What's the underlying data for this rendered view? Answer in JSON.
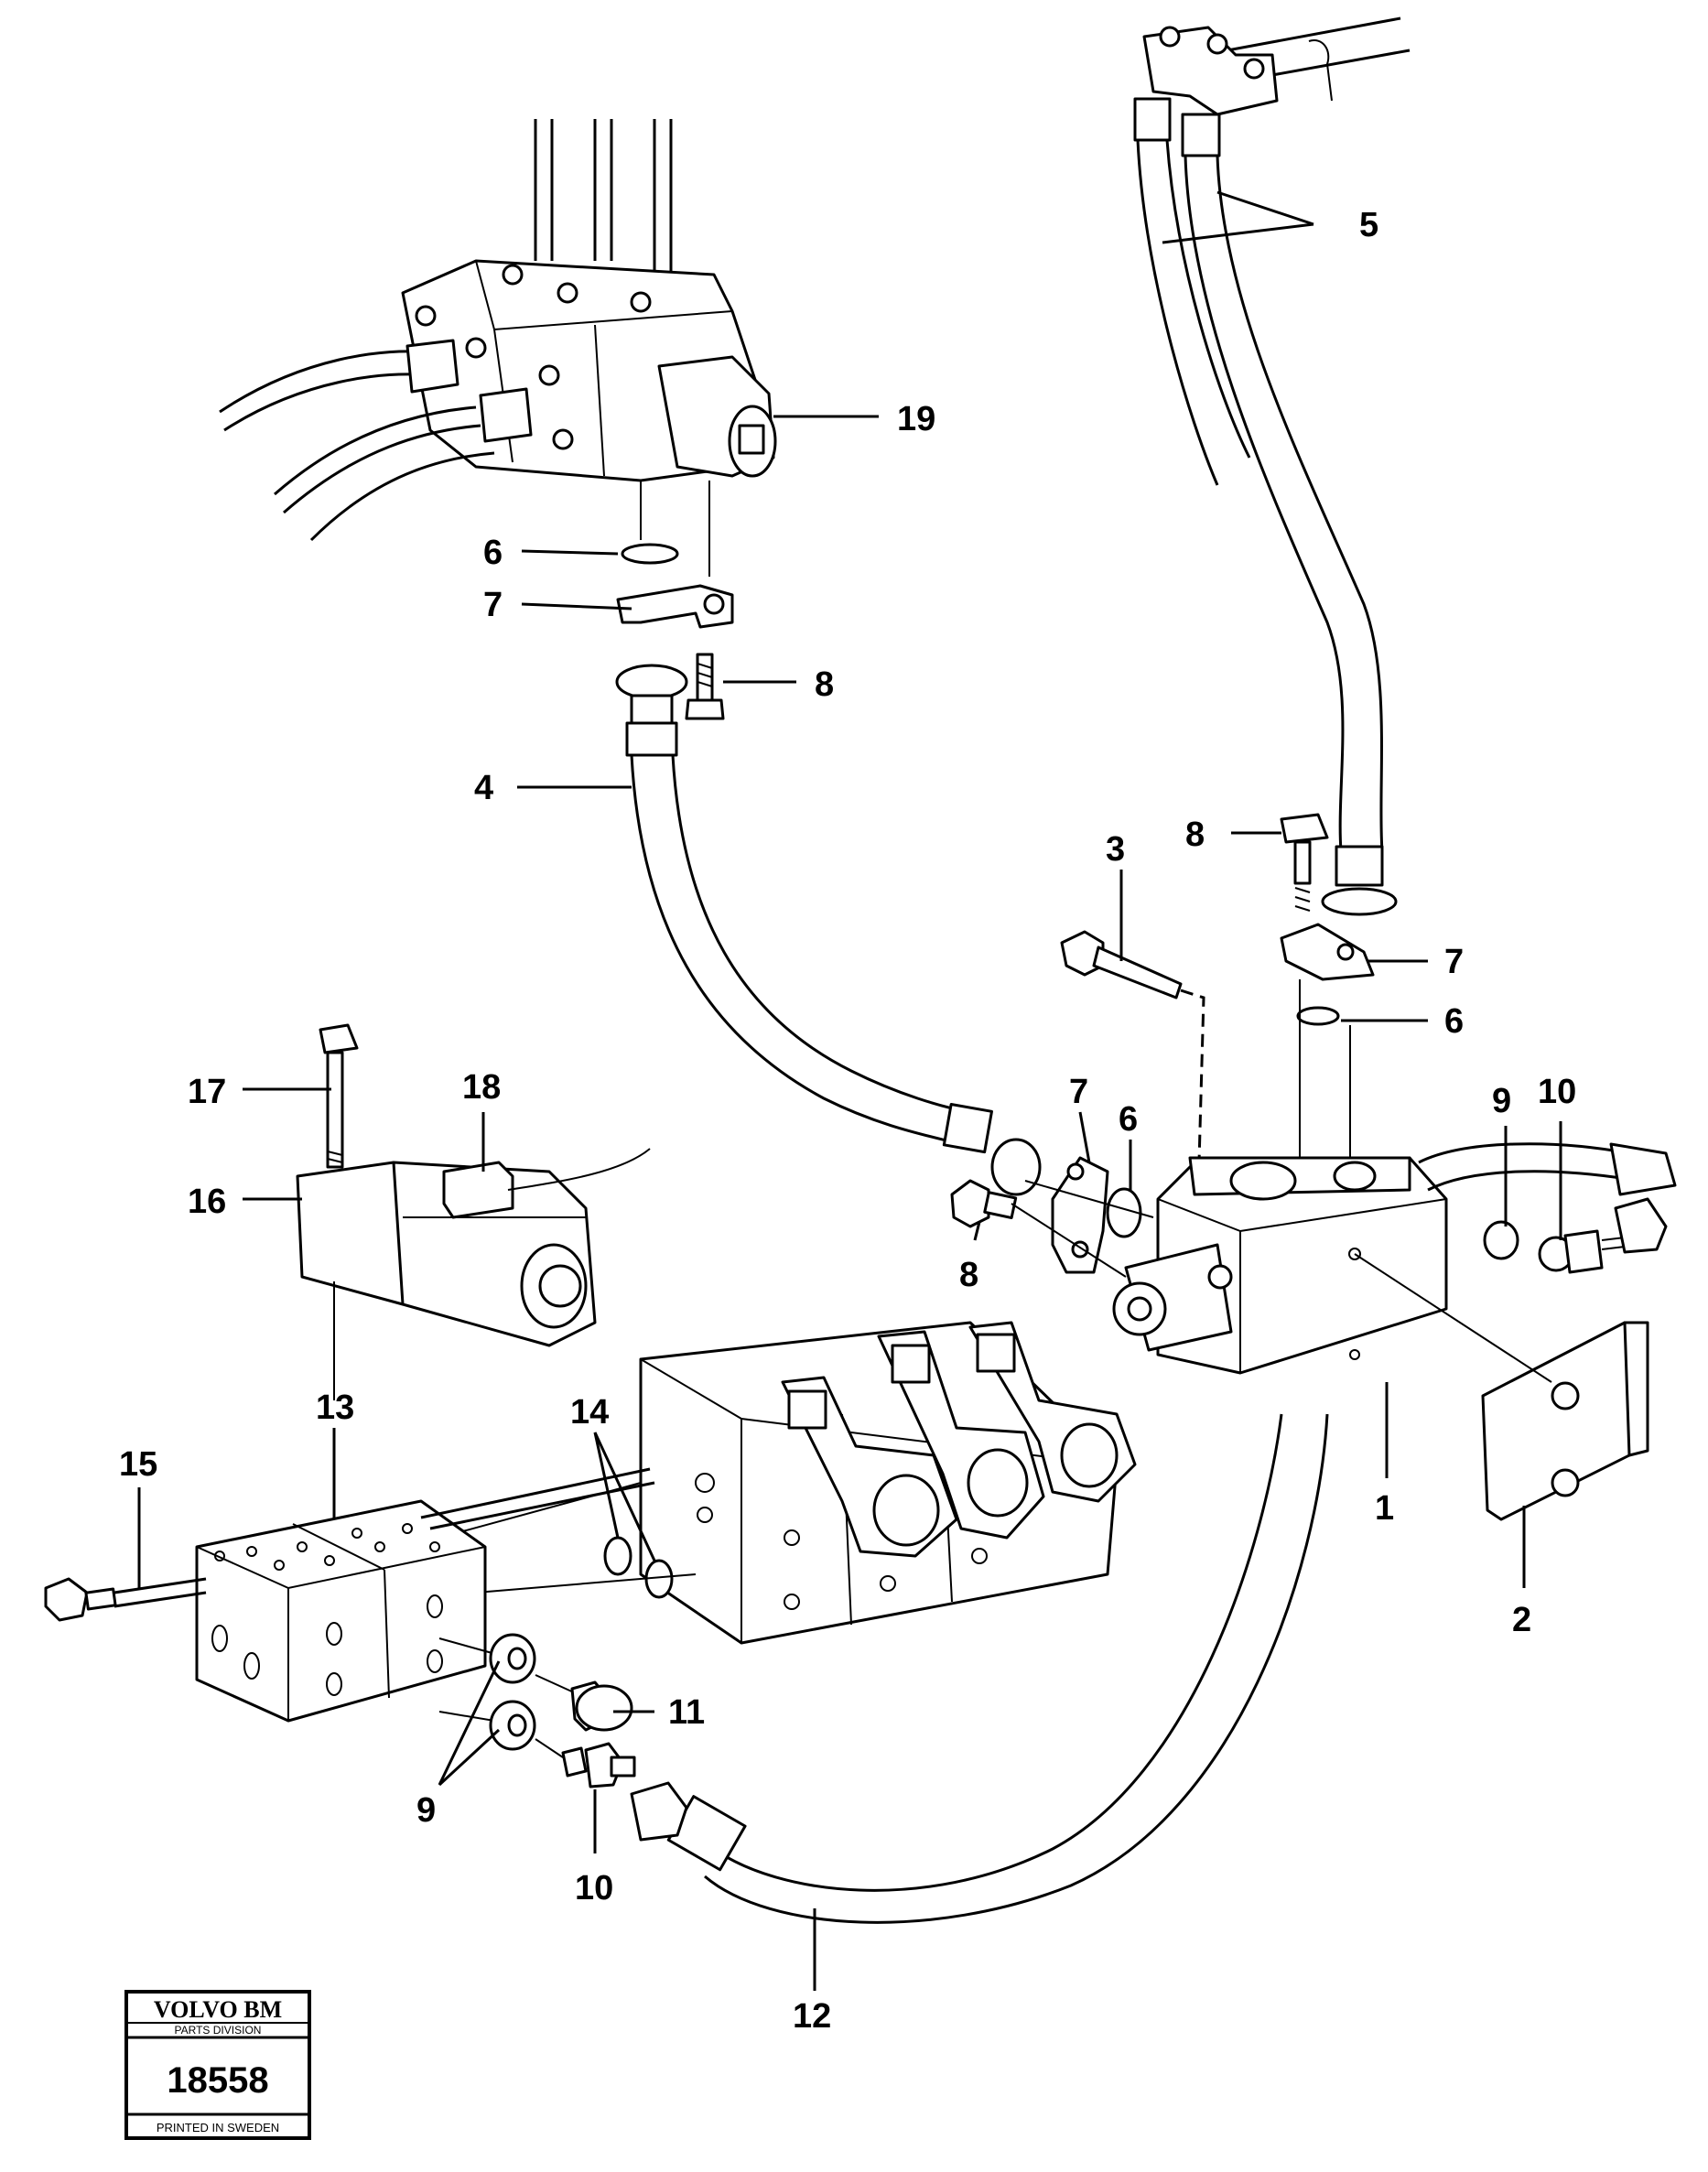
{
  "callouts": {
    "c1": "1",
    "c2": "2",
    "c3": "3",
    "c4": "4",
    "c5": "5",
    "c6a": "6",
    "c6b": "6",
    "c6c": "6",
    "c7a": "7",
    "c7b": "7",
    "c7c": "7",
    "c8a": "8",
    "c8b": "8",
    "c8c": "8",
    "c9a": "9",
    "c9b": "9",
    "c10a": "10",
    "c10b": "10",
    "c11": "11",
    "c12": "12",
    "c13": "13",
    "c14": "14",
    "c15": "15",
    "c16": "16",
    "c17": "17",
    "c18": "18",
    "c19": "19"
  },
  "stamp": {
    "brand": "VOLVO BM",
    "division": "PARTS DIVISION",
    "number": "18558",
    "footer": "PRINTED IN SWEDEN"
  }
}
